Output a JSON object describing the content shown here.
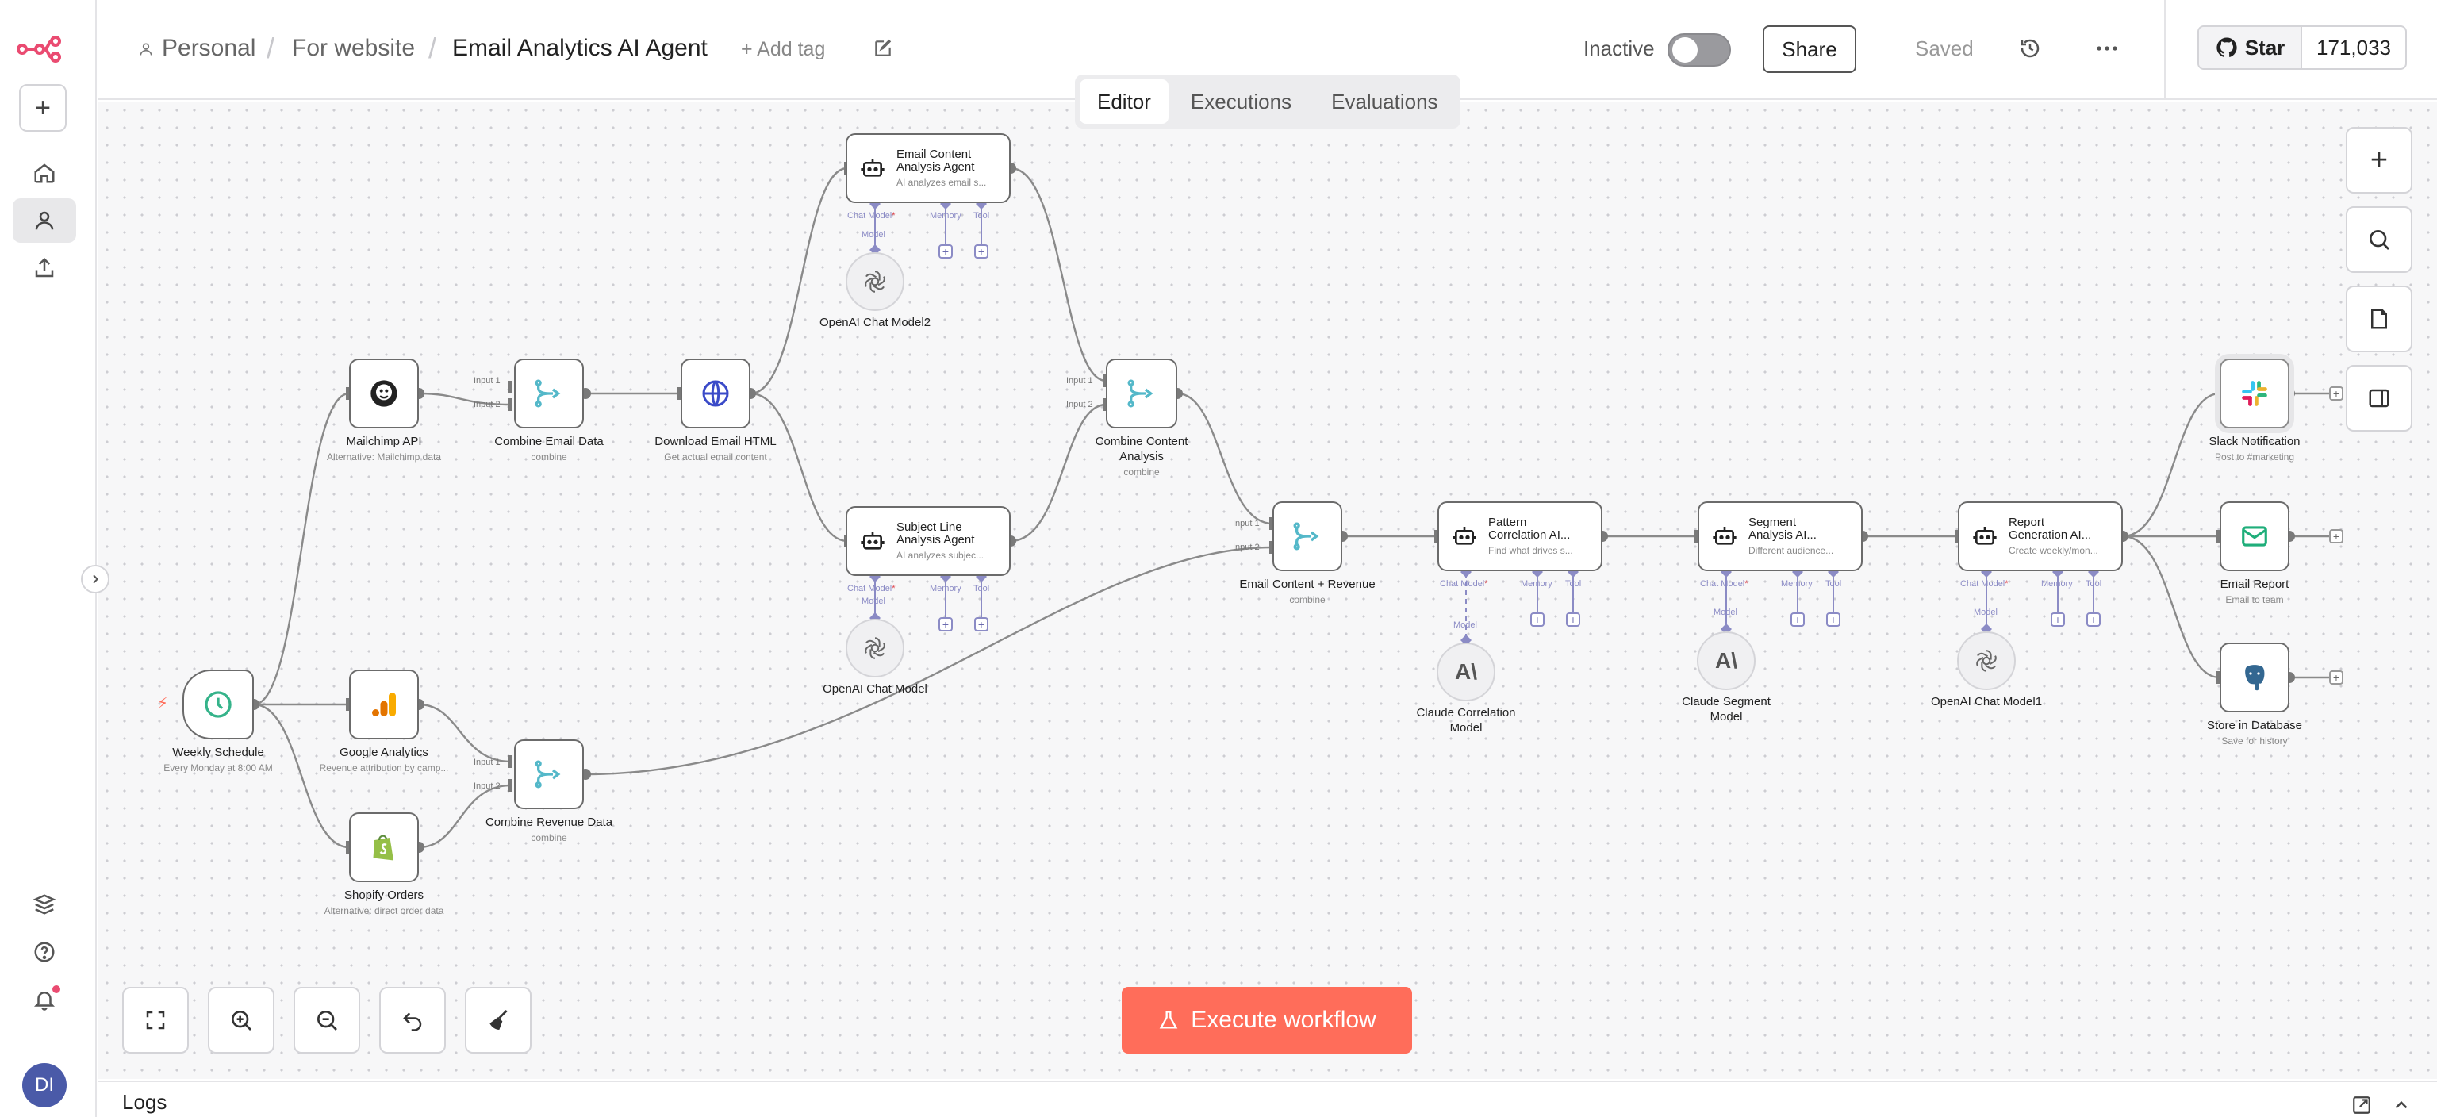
{
  "app": {
    "brand": "n8n"
  },
  "breadcrumb": {
    "owner": "Personal",
    "folder": "For website",
    "workflow": "Email Analytics AI Agent",
    "add_tag": "+ Add tag"
  },
  "header": {
    "status_label": "Inactive",
    "share": "Share",
    "saved": "Saved",
    "star_label": "Star",
    "star_count": "171,033"
  },
  "tabs": [
    "Editor",
    "Executions",
    "Evaluations"
  ],
  "nodes": {
    "weekly": {
      "title": "Weekly Schedule",
      "sub": "Every Monday at 8:00 AM"
    },
    "mailchimp": {
      "title": "Mailchimp API",
      "sub": "Alternative: Mailchimp data"
    },
    "ga": {
      "title": "Google Analytics",
      "sub": "Revenue attribution by camp..."
    },
    "shopify": {
      "title": "Shopify Orders",
      "sub": "Alternative: direct order data"
    },
    "combine_email": {
      "title": "Combine Email Data",
      "sub": "combine"
    },
    "combine_revenue": {
      "title": "Combine Revenue Data",
      "sub": "combine"
    },
    "download_html": {
      "title": "Download Email HTML",
      "sub": "Get actual email content"
    },
    "content_agent": {
      "title1": "Email Content",
      "title2": "Analysis Agent",
      "sub": "AI analyzes email s..."
    },
    "subject_agent": {
      "title1": "Subject Line",
      "title2": "Analysis Agent",
      "sub": "AI analyzes subjec..."
    },
    "combine_content": {
      "title1": "Combine Content",
      "title2": "Analysis",
      "sub": "combine"
    },
    "email_revenue": {
      "title": "Email Content + Revenue",
      "sub": "combine"
    },
    "pattern": {
      "title1": "Pattern",
      "title2": "Correlation AI...",
      "sub": "Find what drives s..."
    },
    "segment": {
      "title1": "Segment",
      "title2": "Analysis AI...",
      "sub": "Different audience..."
    },
    "report": {
      "title1": "Report",
      "title2": "Generation AI...",
      "sub": "Create weekly/mon..."
    },
    "slack": {
      "title": "Slack Notification",
      "sub": "Post to #marketing"
    },
    "email_report": {
      "title": "Email Report",
      "sub": "Email to team"
    },
    "db": {
      "title": "Store in Database",
      "sub": "Save for history"
    }
  },
  "models": {
    "openai2": "OpenAI Chat Model2",
    "openai": "OpenAI Chat Model",
    "claude_corr1": "Claude Correlation",
    "claude_corr2": "Model",
    "claude_seg1": "Claude Segment",
    "claude_seg2": "Model",
    "openai1": "OpenAI Chat Model1"
  },
  "ports": {
    "input1": "Input 1",
    "input2": "Input 2",
    "chat_model": "Chat Model",
    "required": "*",
    "memory": "Memory",
    "tool": "Tool",
    "model": "Model"
  },
  "execute": "Execute workflow",
  "logs": "Logs",
  "avatar": "DI",
  "colors": {
    "accent": "#ea4b71",
    "execute": "#ff6d5a",
    "ai_port": "#8b8bc5",
    "node_border": "#6b6b6b"
  }
}
